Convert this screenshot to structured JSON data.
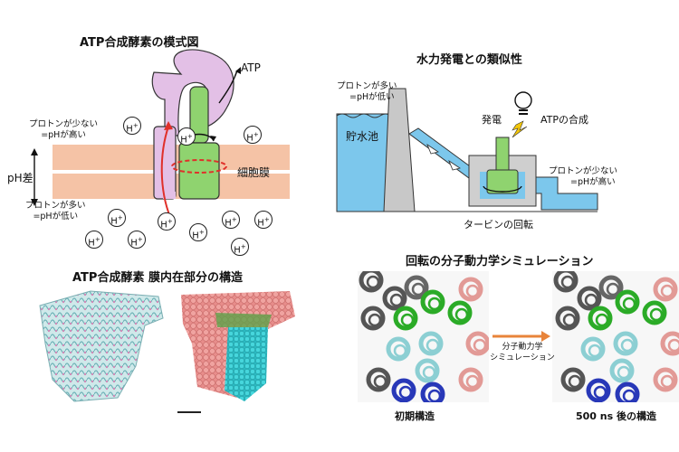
{
  "panel1": {
    "title": "ATP合成酵素の模式図",
    "atp": "ATP",
    "proton_low": [
      "プロトンが少ない",
      "=pHが高い"
    ],
    "proton_high": [
      "プロトンが多い",
      "=pHが低い"
    ],
    "ph_diff": "pH差",
    "membrane": "細胞膜",
    "proton_symbol": "H",
    "proton_charge": "+"
  },
  "panel2": {
    "title": "水力発電との類似性",
    "proton_high": [
      "プロトンが多い",
      "=pHが低い"
    ],
    "reservoir": "貯水池",
    "power": "発電",
    "atp_synth": "ATPの合成",
    "proton_low": [
      "プロトンが少ない",
      "=pHが高い"
    ],
    "turbine": "タービンの回転"
  },
  "panel3": {
    "title": "ATP合成酵素 膜内在部分の構造"
  },
  "panel4": {
    "title": "回転の分子動力学シミュレーション",
    "arrow_label": [
      "分子動力学",
      "シミュレーション"
    ],
    "initial": "初期構造",
    "after": "500 ns 後の構造"
  },
  "colors": {
    "membrane": "#f5c3a6",
    "stator": "#e3c0e6",
    "rotor": "#8fd36f",
    "water": "#7cc7ec",
    "red_arrow": "#e0302a",
    "sim_arrow": "#e8843a"
  }
}
